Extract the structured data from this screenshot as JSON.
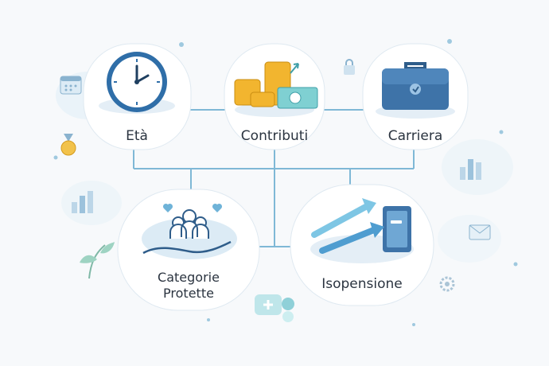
{
  "nodes": [
    {
      "id": "eta",
      "label": "Età",
      "icon": "clock-icon"
    },
    {
      "id": "contributi",
      "label": "Contributi",
      "icon": "coins-icon"
    },
    {
      "id": "carriera",
      "label": "Carriera",
      "icon": "briefcase-icon"
    },
    {
      "id": "categorie",
      "label_line1": "Categorie",
      "label_line2": "Protette",
      "icon": "care-hand-icon"
    },
    {
      "id": "isopensione",
      "label": "Isopensione",
      "icon": "arrow-door-icon"
    }
  ],
  "colors": {
    "connector": "#7fb8d6",
    "accent_blue": "#2f6ea8",
    "accent_teal": "#6cc4c8",
    "gold": "#f2b52f",
    "background": "#f7f9fb"
  }
}
